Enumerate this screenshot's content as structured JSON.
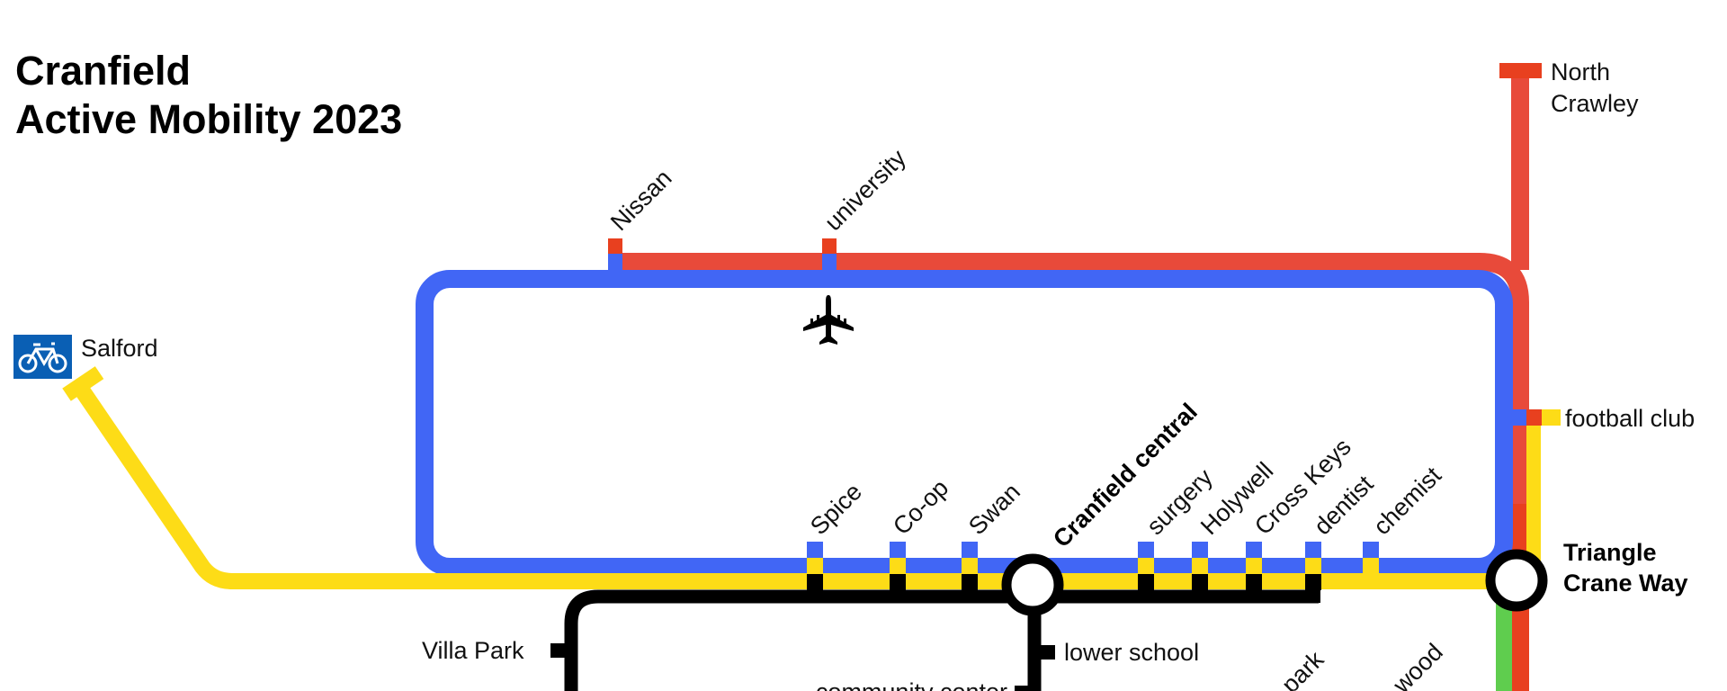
{
  "title": {
    "line1": "Cranfield",
    "line2": "Active Mobility 2023"
  },
  "colors": {
    "blue": "#4166f5",
    "red": "#e84a3a",
    "red_dark": "#e8401f",
    "yellow": "#fddc17",
    "black": "#000000",
    "green": "#5fcd4e",
    "cycle_sign_bg": "#0a5fb4"
  },
  "icons": {
    "cycle_sign": "bicycle-sign-icon",
    "airport": "airplane-icon"
  },
  "stations": {
    "salford": "Salford",
    "nissan": "Nissan",
    "university": "university",
    "north_crawley": [
      "North",
      "Crawley"
    ],
    "football_club": "football club",
    "triangle_crane_way": [
      "Triangle",
      "Crane Way"
    ],
    "spice": "Spice",
    "coop": "Co-op",
    "swan": "Swan",
    "cranfield_central": "Cranfield central",
    "surgery": "surgery",
    "holywell": "Holywell",
    "cross_keys": "Cross Keys",
    "dentist": "dentist",
    "chemist": "chemist",
    "villa_park": "Villa Park",
    "lower_school": "lower school",
    "community_center": "community center",
    "park": "park",
    "wood": "wood"
  }
}
